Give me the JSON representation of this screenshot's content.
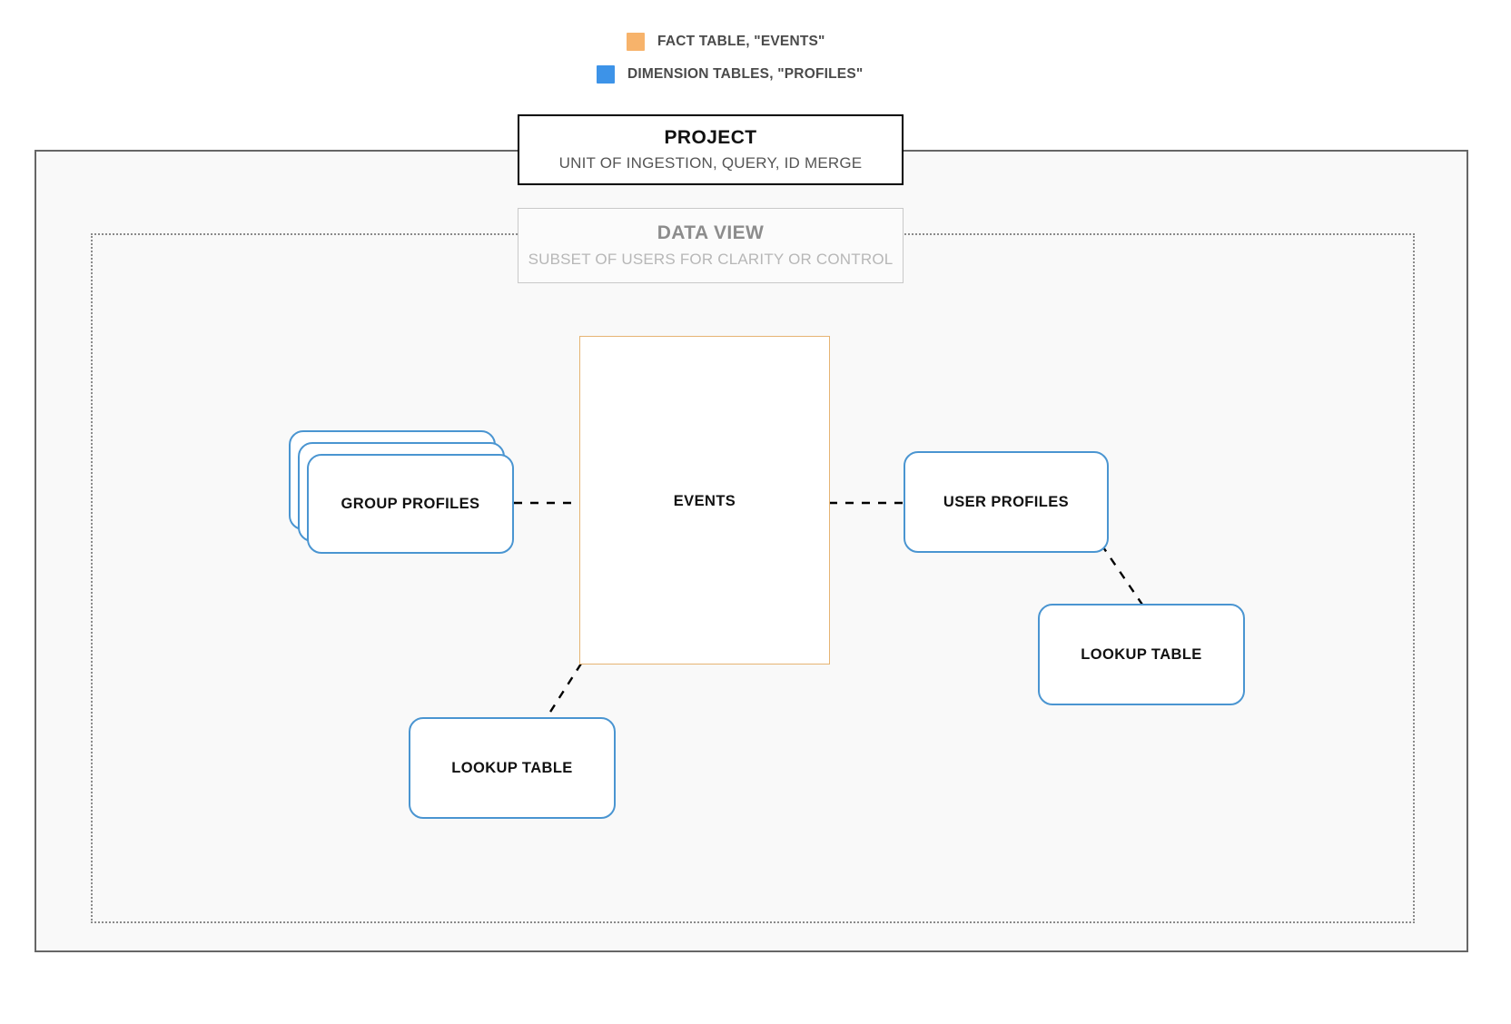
{
  "legend": {
    "items": [
      {
        "label": "FACT TABLE, \"EVENTS\"",
        "color": "#f7b36b",
        "icon": "square-swatch-icon"
      },
      {
        "label": "DIMENSION TABLES, \"PROFILES\"",
        "color": "#3d93e8",
        "icon": "square-swatch-icon"
      }
    ]
  },
  "project": {
    "title": "PROJECT",
    "subtitle": "UNIT OF INGESTION, QUERY, ID MERGE"
  },
  "data_view": {
    "title": "DATA VIEW",
    "subtitle": "SUBSET OF USERS FOR CLARITY OR CONTROL"
  },
  "fact_table": {
    "label": "EVENTS",
    "border_color": "#e6b473"
  },
  "dimension_tables": {
    "border_color": "#4a95d1",
    "group_profiles": {
      "label": "GROUP PROFILES",
      "stack_count": 3
    },
    "user_profiles": {
      "label": "USER PROFILES"
    },
    "lookup_table_right": {
      "label": "LOOKUP TABLE"
    },
    "lookup_table_bottom": {
      "label": "LOOKUP TABLE"
    }
  },
  "colors": {
    "fact": "#f7b36b",
    "dimension": "#3d93e8",
    "outer_border": "#666666",
    "inner_border": "#8a8a8a",
    "connector": "#000000",
    "canvas": "#ffffff",
    "outer_fill": "#f9f9f9"
  }
}
